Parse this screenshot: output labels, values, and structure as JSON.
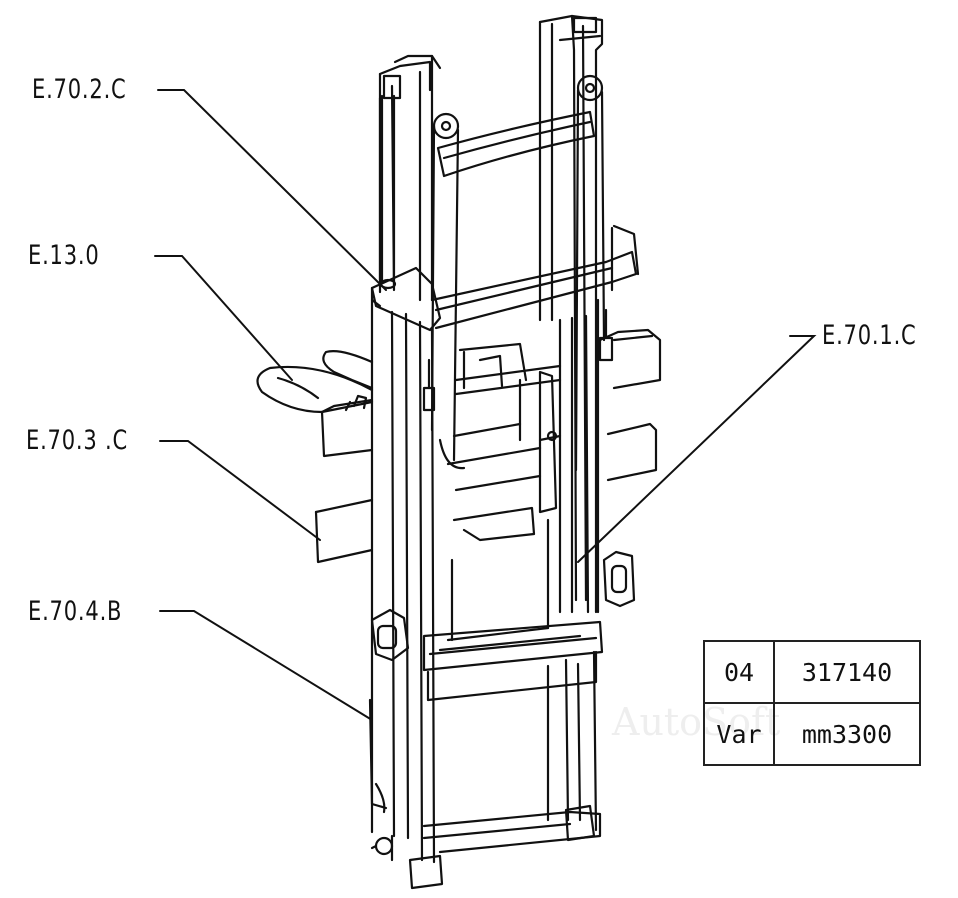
{
  "callouts": [
    {
      "id": "e7020c",
      "text": "E.70.2.C"
    },
    {
      "id": "e130",
      "text": "E.13.0"
    },
    {
      "id": "e7030c",
      "text": "E.70.3 .C"
    },
    {
      "id": "e7040b",
      "text": "E.70.4.B"
    },
    {
      "id": "e7010c",
      "text": "E.70.1.C"
    }
  ],
  "info_table": {
    "row1": {
      "code": "04",
      "part_number": "317140"
    },
    "row2": {
      "code": "Var",
      "value": "mm3300"
    }
  },
  "watermark": "AutoSoft",
  "colors": {
    "ink": "#111111",
    "background": "#ffffff"
  }
}
